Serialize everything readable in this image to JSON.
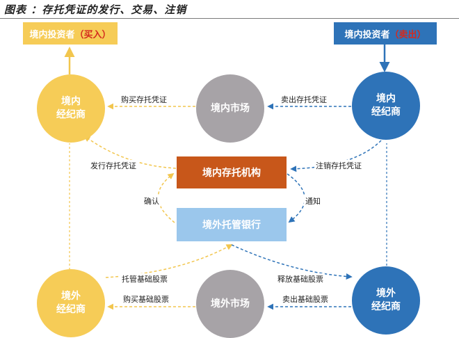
{
  "title": "图表 ：存托凭证的发行、交易、注销",
  "investor_buy": {
    "text": "境内投资者",
    "highlight": "（买入）"
  },
  "investor_sell": {
    "text": "境内投资者",
    "highlight": "（卖出）"
  },
  "dom_broker_left": {
    "line1": "境内",
    "line2": "经纪商"
  },
  "dom_market": "境内市场",
  "dom_broker_right": {
    "line1": "境内",
    "line2": "经纪商"
  },
  "depositary": "境内存托机构",
  "custodian": "境外托管银行",
  "for_broker_left": {
    "line1": "境外",
    "line2": "经纪商"
  },
  "for_market": "境外市场",
  "for_broker_right": {
    "line1": "境外",
    "line2": "经纪商"
  },
  "labels": {
    "buy_dr": "购买存托凭证",
    "sell_dr": "卖出存托凭证",
    "issue_dr": "发行存托凭证",
    "cancel_dr": "注销存托凭证",
    "confirm": "确认",
    "notify": "通知",
    "custody_shares": "托管基础股票",
    "release_shares": "释放基础股票",
    "buy_shares": "购买基础股票",
    "sell_shares": "卖出基础股票"
  },
  "colors": {
    "yellow": "#f6cc57",
    "blue": "#2e73b8",
    "gray": "#a7a3a7",
    "orange": "#c8571a",
    "light_blue": "#9bc7ec",
    "highlight_red": "#d42a1e"
  }
}
